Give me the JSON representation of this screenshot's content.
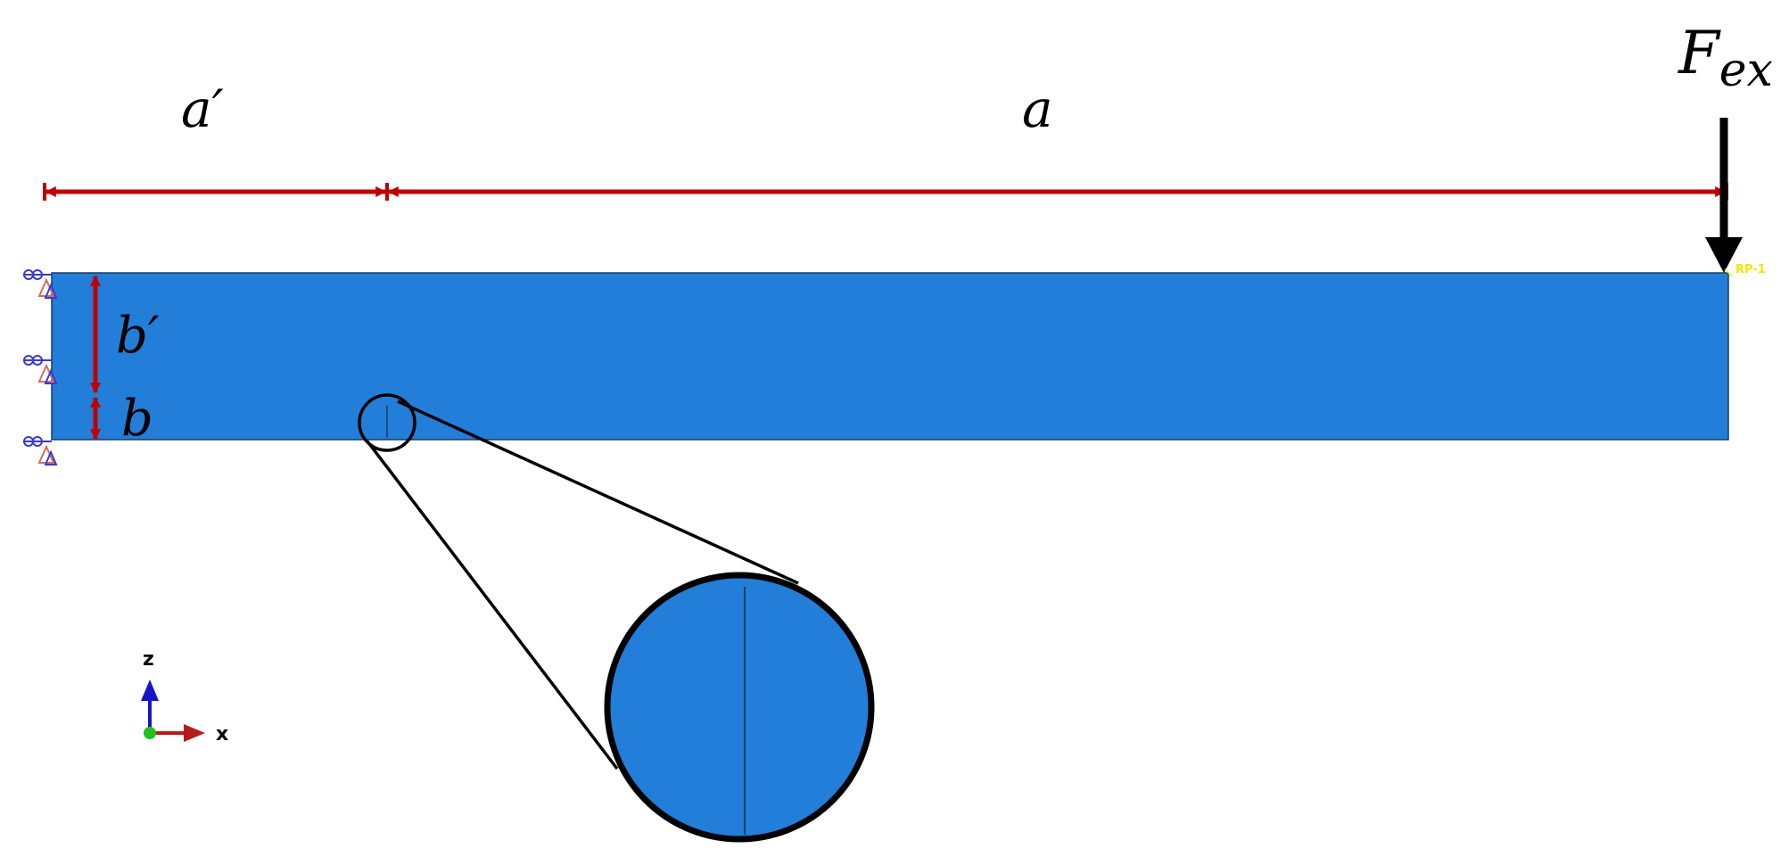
{
  "colors": {
    "beam": "#227ed8",
    "beam_edge": "#1a3d66",
    "dimension": "#c00000",
    "force": "#000000",
    "callout": "#000000",
    "rp_label": "#f5e400",
    "axis_z": "#1515c8",
    "axis_x": "#b81a1a",
    "axis_origin": "#22c022",
    "bc_symbol": "#3a3ad0",
    "bc_triangle": "#d07060"
  },
  "labels": {
    "a_prime": "a′",
    "a": "a",
    "b_prime": "b′",
    "b": "b",
    "force_main": "F",
    "force_sub": "ex",
    "ref_point": "RP-1",
    "axis_z": "z",
    "axis_x": "x"
  },
  "icons": {
    "force": "down-arrow-icon",
    "boundary_condition": "encastre-icon",
    "axis": "coordinate-triad-icon"
  }
}
